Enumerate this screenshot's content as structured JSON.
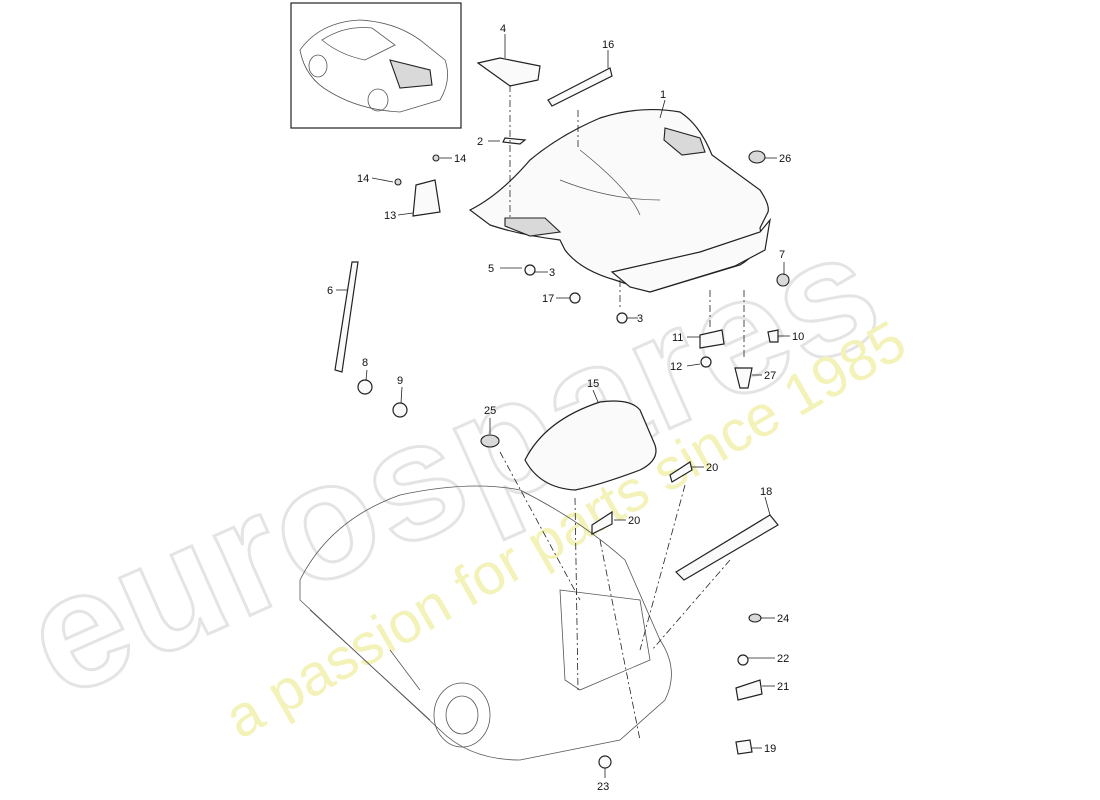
{
  "watermark": {
    "brand": "eurospares",
    "tagline": "a passion for parts since 1985"
  },
  "callouts": [
    "1",
    "2",
    "3",
    "3",
    "4",
    "5",
    "6",
    "7",
    "8",
    "9",
    "10",
    "11",
    "12",
    "13",
    "14",
    "14",
    "15",
    "16",
    "17",
    "18",
    "19",
    "20",
    "20",
    "21",
    "22",
    "23",
    "24",
    "25",
    "26",
    "27"
  ]
}
